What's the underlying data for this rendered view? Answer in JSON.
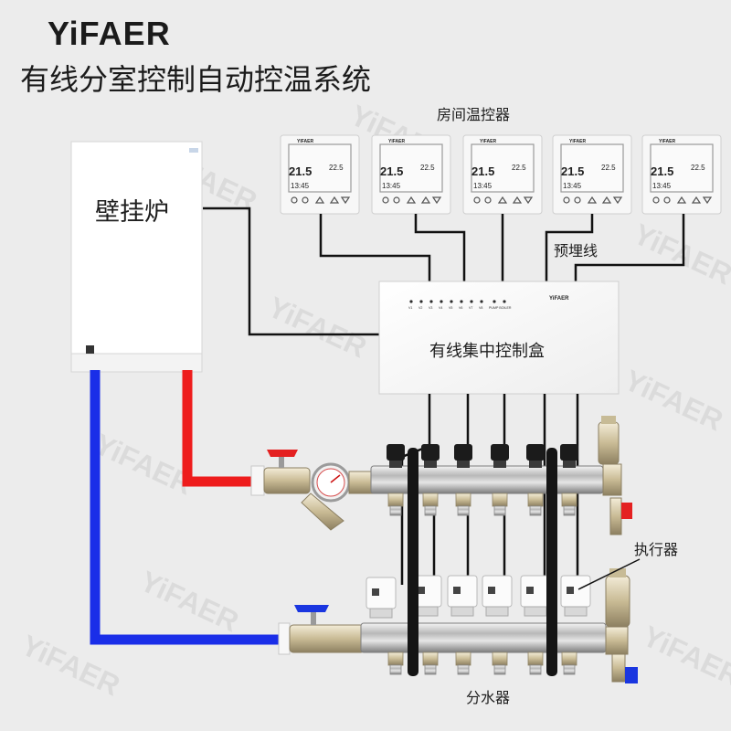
{
  "brand": "YiFAER",
  "headline": "有线分室控制自动控温系统",
  "labels": {
    "thermostats": "房间温控器",
    "boiler": "壁挂炉",
    "embedded_wiring": "预埋线",
    "control_box": "有线集中控制盒",
    "actuator": "执行器",
    "manifold": "分水器"
  },
  "control_box": {
    "brand": "YiFAER",
    "ports": [
      "V1",
      "V2",
      "V3",
      "V4",
      "V5",
      "V6",
      "V7",
      "V8",
      "PUMP BOILER"
    ]
  },
  "thermostat": {
    "brand": "YIFAER",
    "reading_main": "21.5",
    "reading_set": "22.5",
    "reading_time": "13:45"
  },
  "colors": {
    "hot_pipe": "#ee1c1c",
    "cold_pipe": "#1a2ee8",
    "wire": "#111111",
    "background": "#ececec"
  },
  "watermark": "YiFAER"
}
